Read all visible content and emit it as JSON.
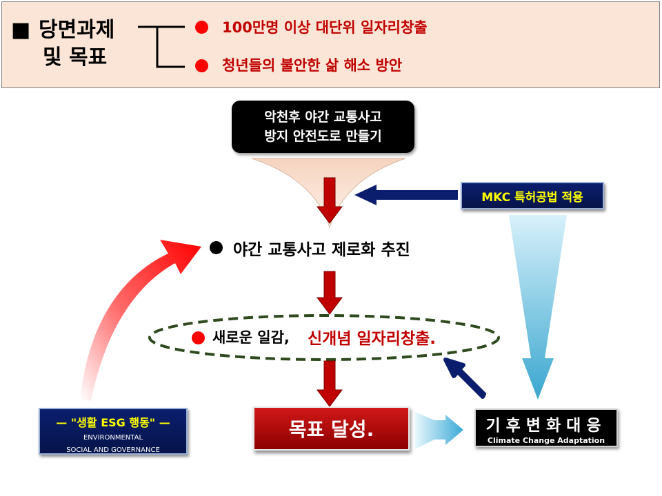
{
  "header": {
    "marker": "■",
    "title_line1": "당면과제",
    "title_line2": "및 목표",
    "items": [
      "100만명 이상 대단위 일자리창출",
      "청년들의 불안한 삶 해소 방안"
    ]
  },
  "top_box": {
    "line1": "악천후 야간 교통사고",
    "line2": "방지 안전도로 만들기"
  },
  "mkc_label": "MKC 특허공법 적용",
  "zero_text": "야간 교통사고 제로화 추진",
  "ellipse": {
    "part1": "새로운 일감,",
    "part2": "신개념 일자리창출."
  },
  "goal_label": "목표 달성.",
  "esg": {
    "title": "— \"생활 ESG 행동\" —",
    "line1": "ENVIRONMENTAL",
    "line2": "SOCIAL AND GOVERNANCE"
  },
  "climate": {
    "korean": "기후변화대응",
    "english": "Climate Change Adaptation"
  },
  "colors": {
    "banner_bg": "#fbe5d6",
    "red_text": "#c00000",
    "navy": "#0b1e6e",
    "arrow_red": "#c00000",
    "dashed_green": "#2e4a1e"
  }
}
